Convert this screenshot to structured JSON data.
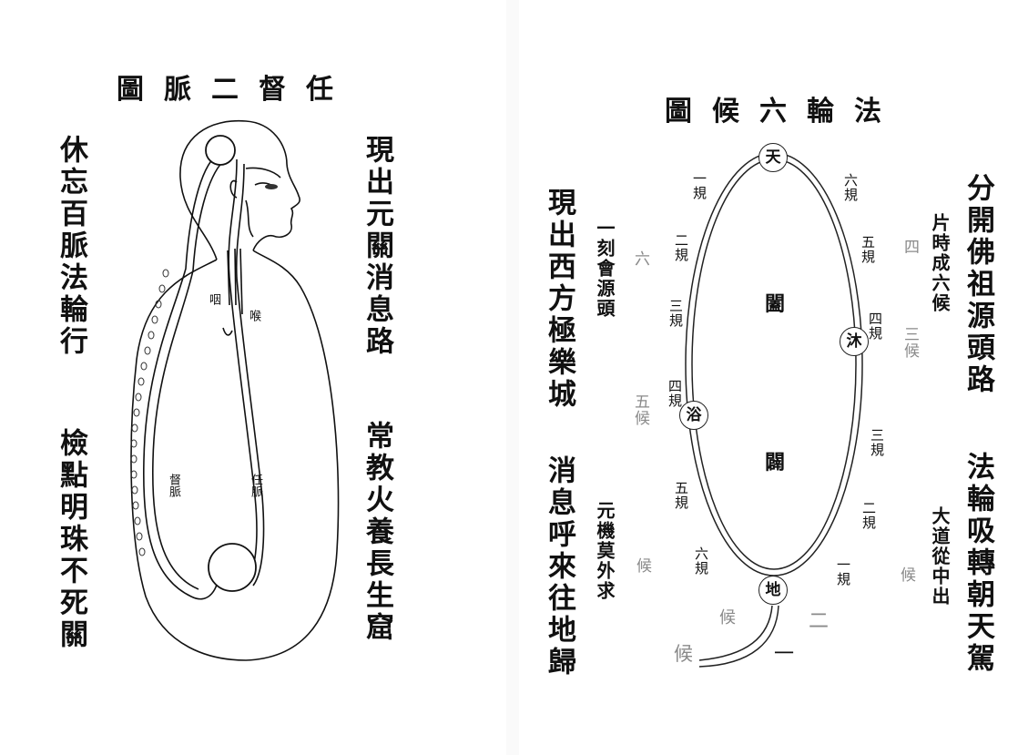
{
  "left_panel": {
    "title": "圖脈二督任",
    "left_col_1": "休忘百脈法輪行",
    "left_col_2": "檢點明珠不死關",
    "right_col_1": "現出元關消息路",
    "right_col_2": "常教火養長生窟",
    "figure_labels": {
      "throat": "咽",
      "hou": "喉",
      "du_mai": "督脈",
      "ren_mai": "任脈"
    }
  },
  "right_panel": {
    "title": "圖候六輪法",
    "outer_right_1": "分開佛祖源頭路",
    "outer_right_2": "法輪吸轉朝天駕",
    "inner_right_1": "片時成六候",
    "inner_right_2": "大道從中出",
    "outer_left_1": "現出西方極樂城",
    "outer_left_2": "消息呼來往地歸",
    "inner_left_1": "一刻會源頭",
    "inner_left_2": "元機莫外求",
    "nodes": {
      "heaven": "天",
      "earth": "地",
      "mu": "沐",
      "yu": "浴"
    },
    "center_top": "闔",
    "center_bottom": "闢",
    "left_gui": [
      "一規",
      "二規",
      "三規",
      "四規",
      "五規",
      "六規"
    ],
    "right_gui": [
      "六規",
      "五規",
      "四規",
      "三規",
      "二規",
      "一規"
    ],
    "left_hou": [
      "六",
      "五候",
      "候",
      "候"
    ],
    "right_hou": [
      "四",
      "三候",
      "候",
      "二"
    ],
    "bottom_hou": [
      "候",
      "一"
    ]
  }
}
